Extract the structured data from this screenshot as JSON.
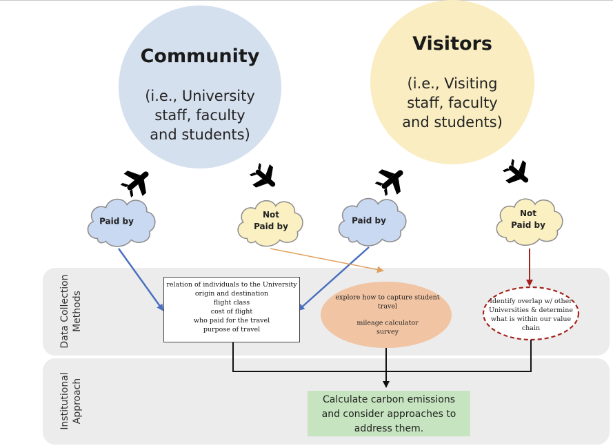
{
  "bands": {
    "data_collection": {
      "label_line1": "Data Collection",
      "label_line2": "Methods"
    },
    "institutional": {
      "label_line1": "Institutional",
      "label_line2": "Approach"
    }
  },
  "community": {
    "title": "Community",
    "line1": "(i.e., University",
    "line2": "staff, faculty",
    "line3": "and students)"
  },
  "visitors": {
    "title": "Visitors",
    "line1": "(i.e., Visiting",
    "line2": "staff, faculty",
    "line3": "and students)"
  },
  "clouds": [
    {
      "line1": "Paid by",
      "line2": "",
      "color": "#c9d9f2"
    },
    {
      "line1": "Not",
      "line2": "Paid by",
      "color": "#fbf0c2"
    },
    {
      "line1": "Paid by",
      "line2": "",
      "color": "#c9d9f2"
    },
    {
      "line1": "Not",
      "line2": "Paid by",
      "color": "#fbf0c2"
    }
  ],
  "data_box": {
    "lines": [
      "relation of individuals to the University",
      "origin and destination",
      "flight class",
      "cost of flight",
      "who paid for the travel",
      "purpose of travel"
    ]
  },
  "student_ellipse": {
    "line1": "explore how to capture student",
    "line2": "travel",
    "line3": "mileage calculator",
    "line4": "survey"
  },
  "overlap_ellipse": {
    "line1": "Identify overlap w/ other",
    "line2": "Universities  & determine",
    "line3": "what is within our value",
    "line4": "chain"
  },
  "approach_box": {
    "line1": "Calculate carbon emissions",
    "line2": "and consider approaches to",
    "line3": "address them."
  },
  "colors": {
    "community_circle": "#d5e0ee",
    "visitors_circle": "#f9edc1",
    "blue_arrow": "#4a6fc0",
    "orange_arrow": "#e0a060",
    "red_arrow": "#a4231c",
    "orange_ellipse": "#f1c4a3",
    "green_box": "#c6e4bf",
    "band": "#ececec"
  },
  "icons": {
    "plane": "airplane-icon"
  }
}
